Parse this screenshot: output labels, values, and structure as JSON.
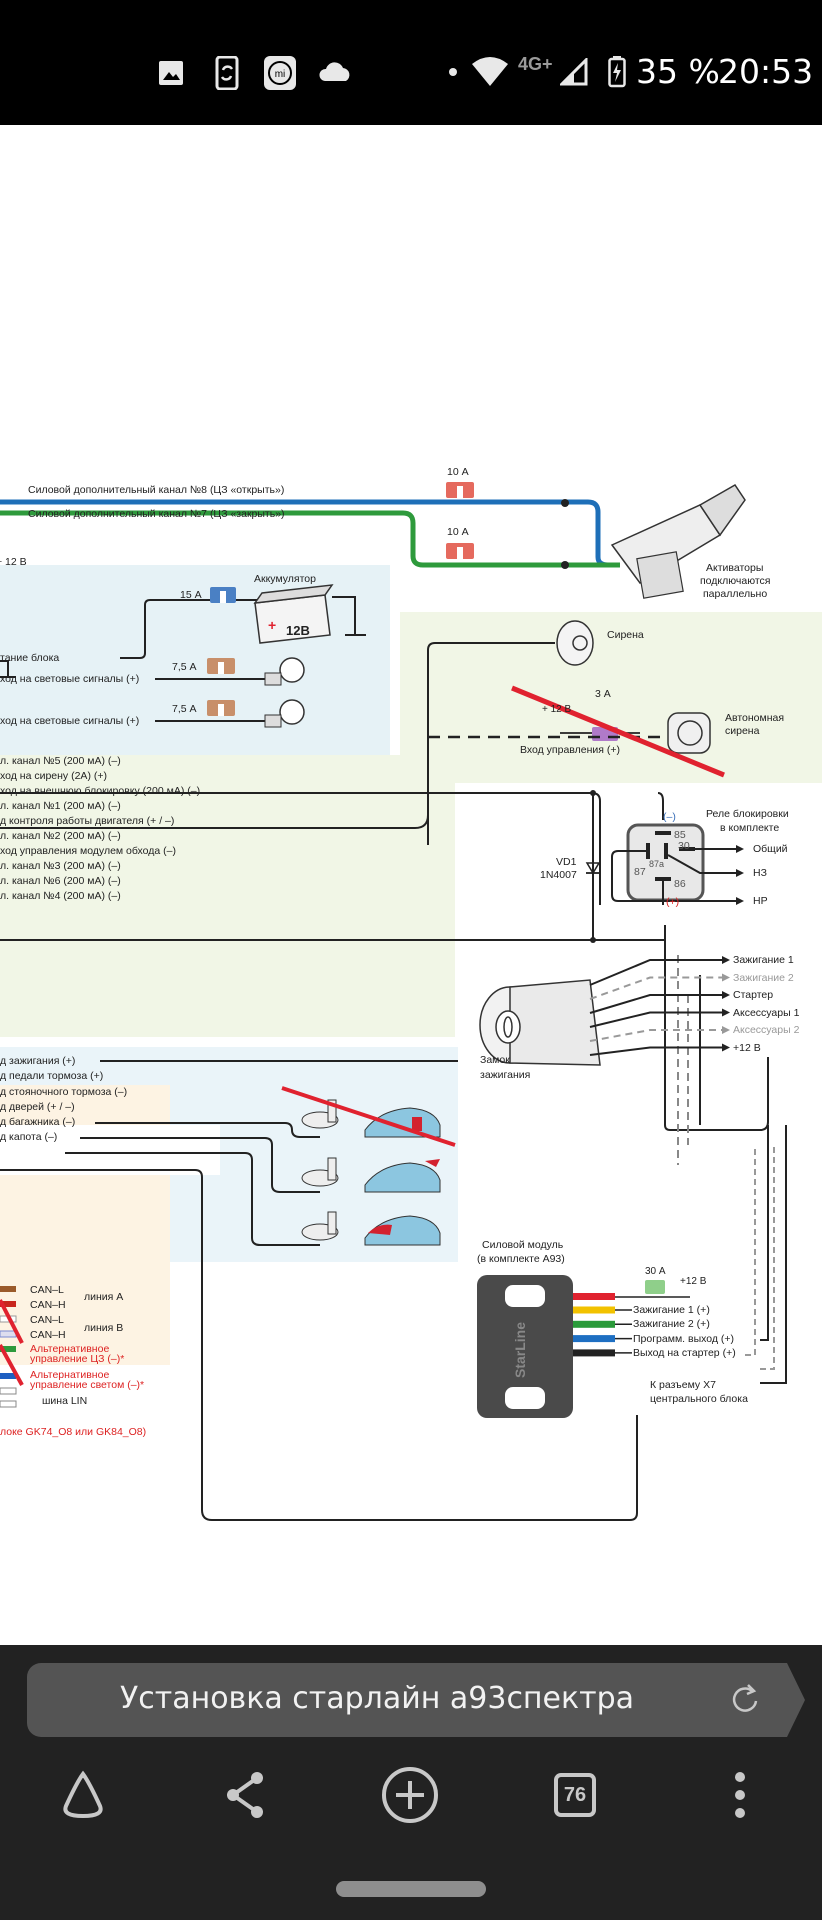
{
  "status_bar": {
    "notification_icons": [
      "gallery-icon",
      "phone-sync-icon",
      "mi-icon",
      "cloud-icon"
    ],
    "network_type": "4G+",
    "battery": "35 %",
    "time": "20:53"
  },
  "diagram": {
    "top_channels": {
      "ch8": "Силовой дополнительный канал №8 (ЦЗ «открыть»)",
      "ch7": "Силовой дополнительный канал №7 (ЦЗ «закрыть»)",
      "fuse1": "10 А",
      "fuse2": "10 А",
      "actuators_line1": "Активаторы",
      "actuators_line2": "подключаются",
      "actuators_line3": "параллельно"
    },
    "power": {
      "plus12": "+ 12 В",
      "battery_label": "Аккумулятор",
      "battery_voltage": "12В",
      "fuse_main": "15 А",
      "fuse_light1": "7,5 А",
      "fuse_light2": "7,5 А",
      "block_power": "тание блока",
      "light_out1": "ход на световые сигналы (+)",
      "light_out2": "ход на световые сигналы (+)"
    },
    "siren": {
      "siren_label": "Сирена",
      "fuse": "3 А",
      "plus12": "+ 12 В",
      "auto_siren_line1": "Автономная",
      "auto_siren_line2": "сирена",
      "control_input": "Вход управления (+)"
    },
    "outputs": [
      "л. канал №5 (200 мА) (–)",
      "ход на сирену (2А) (+)",
      "ход на  внешнюю блокировку (200 мА) (–)",
      "л. канал №1 (200 мА) (–)",
      "д контроля работы двигателя (+ / –)",
      "л. канал №2 (200 мА) (–)",
      "ход управления модулем обхода (–)",
      "л. канал №3 (200 мА) (–)",
      "л. канал №6 (200 мА) (–)",
      "л. канал №4 (200 мА) (–)"
    ],
    "relay": {
      "title_line1": "Реле блокировки",
      "title_line2": "в комплекте",
      "diode_line1": "VD1",
      "diode_line2": "1N4007",
      "pin85": "85",
      "pin30": "30",
      "pin87a": "87a",
      "pin87": "87",
      "pin86": "86",
      "minus": "(–)",
      "plus": "(+)",
      "common": "Общий",
      "nc": "НЗ",
      "no": "НР"
    },
    "inputs": [
      "д зажигания (+)",
      "д педали тормоза (+)",
      "д стояночного тормоза (–)",
      "д дверей (+ / –)",
      "д багажника (–)",
      "д капота (–)"
    ],
    "ignition": {
      "lock_line1": "Замок",
      "lock_line2": "зажигания",
      "outputs": [
        {
          "label": "Зажигание 1",
          "dashed": false
        },
        {
          "label": "Зажигание 2",
          "dashed": true
        },
        {
          "label": "Стартер",
          "dashed": false
        },
        {
          "label": "Аксессуары 1",
          "dashed": false
        },
        {
          "label": "Аксессуары 2",
          "dashed": true
        },
        {
          "label": "+12 В",
          "dashed": false
        }
      ]
    },
    "can": {
      "can_l_a": "CAN–L",
      "can_h_a": "CAN–H",
      "line_a": "линия А",
      "can_l_b": "CAN–L",
      "can_h_b": "CAN–H",
      "line_b": "линия В",
      "alt_cz_line1": "Альтернативное",
      "alt_cz_line2": "управление ЦЗ (–)*",
      "alt_light_line1": "Альтернативное",
      "alt_light_line2": "управление светом (–)*",
      "lin": "шина LIN",
      "footnote": "локе GK74_O8 или GK84_O8)"
    },
    "power_module": {
      "title_line1": "Силовой модуль",
      "title_line2": "(в комплекте А93)",
      "brand": "StarLine",
      "fuse": "30 А",
      "plus12": "+12 В",
      "wires": [
        {
          "label": "Зажигание 1 (+)",
          "color": "#f2c200"
        },
        {
          "label": "Зажигание 2 (+)",
          "color": "#2a9a3a"
        },
        {
          "label": "Программ. выход (+)",
          "color": "#1e6fc2"
        },
        {
          "label": "Выход на стартер (+)",
          "color": "#222222"
        }
      ],
      "x7_line1": "К разъему Х7",
      "x7_line2": "центрального блока"
    },
    "colors": {
      "blue_wire": "#1e6fb8",
      "green_wire": "#2e9a3c",
      "cross_red": "#e0222f",
      "panel_blue": "#e6f2f6",
      "panel_green": "#f1f6e6",
      "panel_orange": "#fdf3e3"
    }
  },
  "browser": {
    "query": "Установка старлайн а93спектра",
    "tab_count": "76"
  }
}
